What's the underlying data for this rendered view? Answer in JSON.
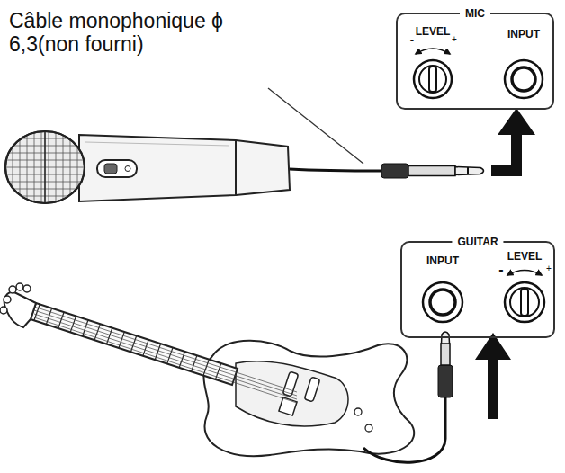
{
  "diagram": {
    "nodes": [
      {
        "text": [
          "MIC"
        ]
      },
      {
        "text": [
          "GUITAR"
        ]
      }
    ],
    "labels": [
      "Câble monophonique ϕ 6,3(non fourni)",
      "LEVEL",
      "-",
      "+",
      "INPUT",
      "INPUT",
      "LEVEL",
      "-",
      "+"
    ]
  }
}
